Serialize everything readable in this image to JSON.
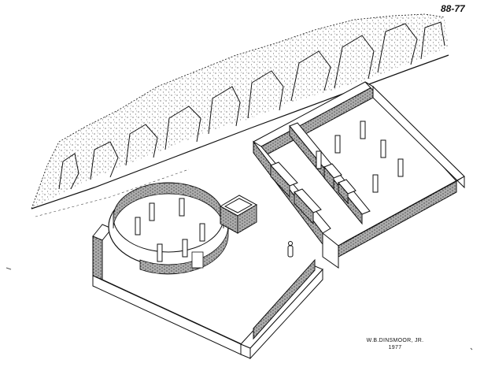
{
  "drawing": {
    "reference_number": "88-77",
    "author": "W.B.DINSMOOR, JR.",
    "year": "1977"
  },
  "colors": {
    "paper": "#ffffff",
    "ink": "#111111"
  }
}
